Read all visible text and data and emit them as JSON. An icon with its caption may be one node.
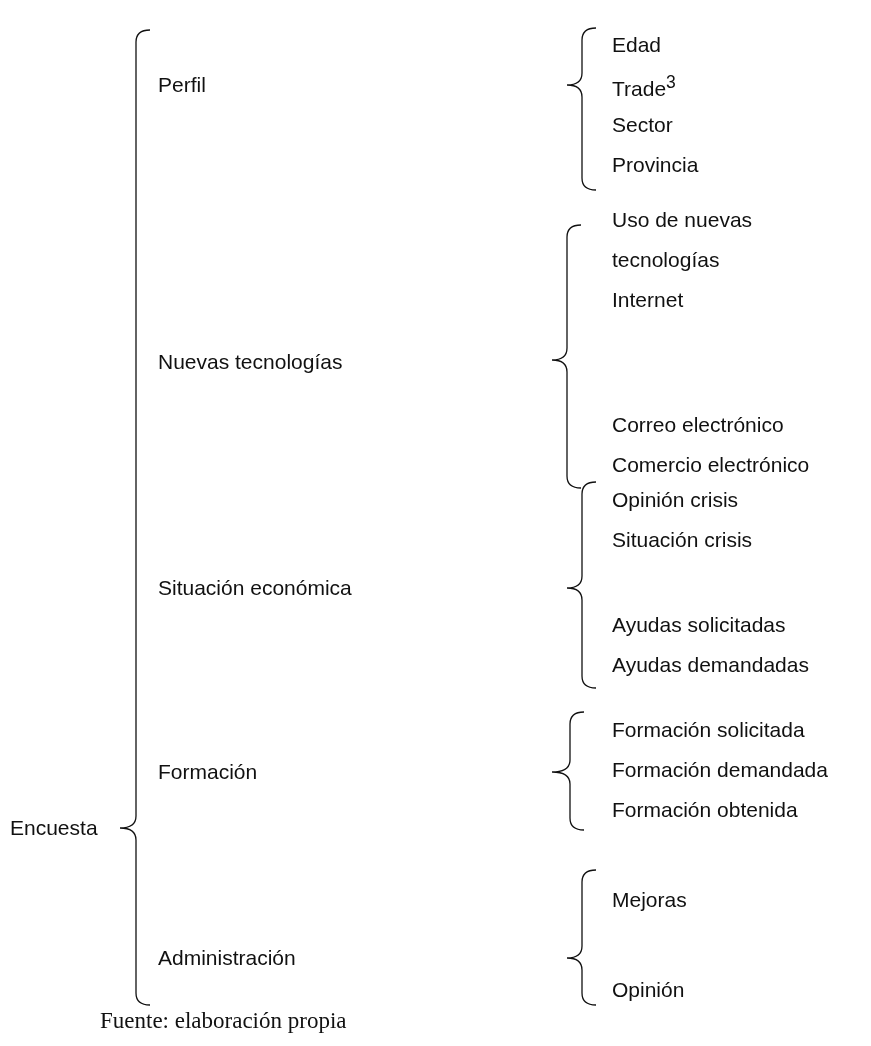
{
  "diagram": {
    "caption": "Fuente: elaboración propia",
    "nodes": [
      {
        "text": [
          "Encuesta"
        ]
      },
      {
        "text": [
          "Perfil"
        ]
      },
      {
        "text": [
          "Nuevas tecnologías"
        ]
      },
      {
        "text": [
          "Situación económica"
        ]
      },
      {
        "text": [
          "Formación"
        ]
      },
      {
        "text": [
          "Administración"
        ]
      },
      {
        "text": [
          "Edad"
        ]
      },
      {
        "text": [
          "Trade$^{3}$"
        ]
      },
      {
        "text": [
          "Sector"
        ]
      },
      {
        "text": [
          "Provincia"
        ]
      },
      {
        "text": [
          "Uso de nuevas tecnologías"
        ]
      },
      {
        "text": [
          "Internet"
        ]
      },
      {
        "text": [
          "Correo electrónico"
        ]
      },
      {
        "text": [
          "Comercio electrónico"
        ]
      },
      {
        "text": [
          "Opinión crisis"
        ]
      },
      {
        "text": [
          "Situación crisis"
        ]
      },
      {
        "text": [
          "Ayudas solicitadas"
        ]
      },
      {
        "text": [
          "Ayudas demandadas"
        ]
      },
      {
        "text": [
          "Formación solicitada"
        ]
      },
      {
        "text": [
          "Formación demandada"
        ]
      },
      {
        "text": [
          "Formación obtenida"
        ]
      },
      {
        "text": [
          "Mejoras"
        ]
      },
      {
        "text": [
          "Opinión"
        ]
      }
    ]
  }
}
